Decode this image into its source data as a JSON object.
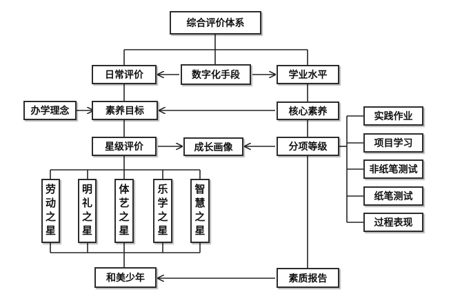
{
  "nodes": {
    "root": "综合评价体系",
    "daily": "日常评价",
    "digital": "数字化手段",
    "academic": "学业水平",
    "philosophy": "办学理念",
    "goals": "素养目标",
    "core": "核心素养",
    "star": "星级评价",
    "growth": "成长画像",
    "grading": "分项等级",
    "labor": "劳动之星",
    "courtesy": "明礼之星",
    "sports_arts": "体艺之星",
    "learning": "乐学之星",
    "wisdom": "智慧之星",
    "harmony": "和美少年",
    "quality": "素质报告",
    "practice": "实践作业",
    "project": "项目学习",
    "nonpaper": "非纸笔测试",
    "paper": "纸笔测试",
    "process": "过程表现"
  }
}
